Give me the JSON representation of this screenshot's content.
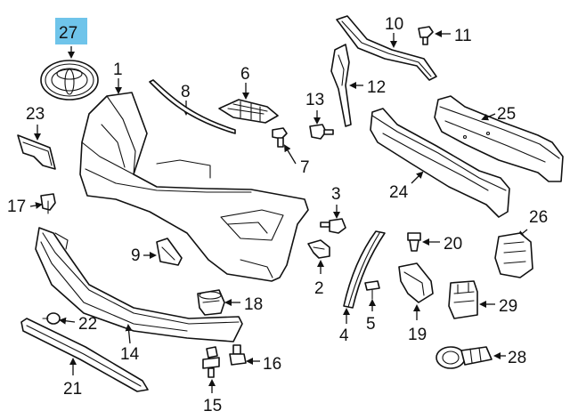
{
  "callouts": {
    "c1": "1",
    "c2": "2",
    "c3": "3",
    "c4": "4",
    "c5": "5",
    "c6": "6",
    "c7": "7",
    "c8": "8",
    "c9": "9",
    "c10": "10",
    "c11": "11",
    "c12": "12",
    "c13": "13",
    "c14": "14",
    "c15": "15",
    "c16": "16",
    "c17": "17",
    "c18": "18",
    "c19": "19",
    "c20": "20",
    "c21": "21",
    "c22": "22",
    "c23": "23",
    "c24": "24",
    "c25": "25",
    "c26": "26",
    "c27": "27",
    "c28": "28",
    "c29": "29"
  },
  "colors": {
    "highlight": "#6fc4ea",
    "line": "#111111",
    "background": "#ffffff"
  },
  "highlighted_callout": "27"
}
